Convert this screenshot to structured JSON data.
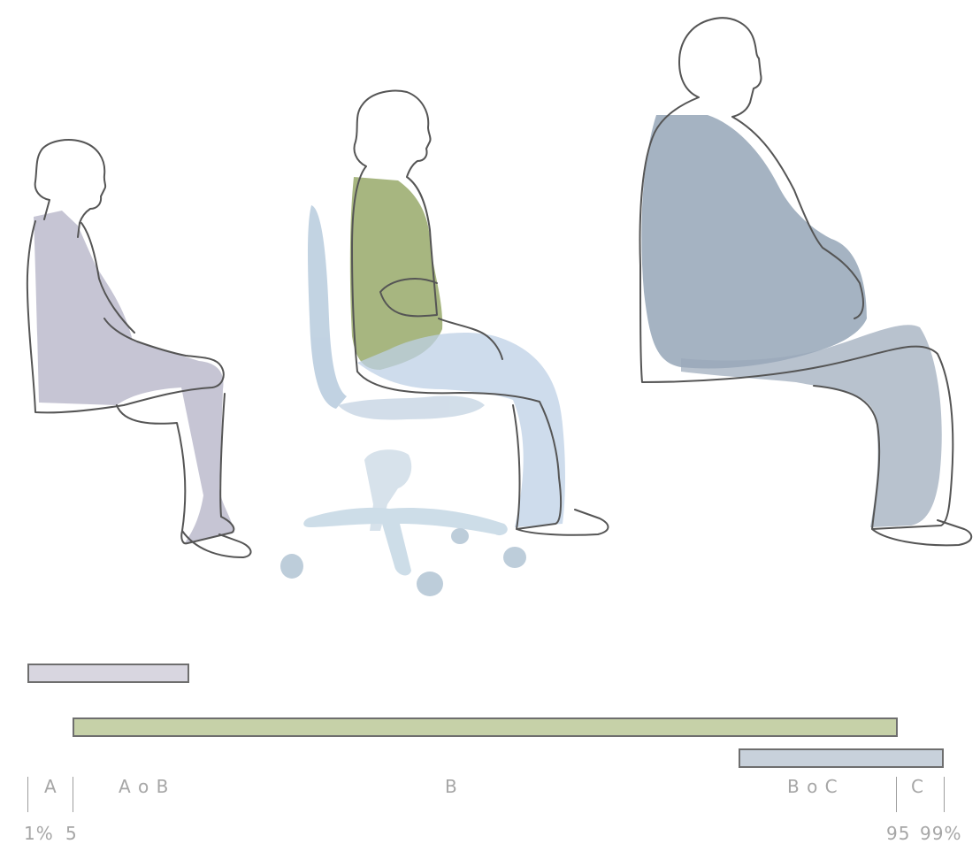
{
  "colors": {
    "bar_a": "#d8d6e0",
    "bar_b": "#c6d1a8",
    "bar_c": "#c8d1db",
    "figure_small": "#a8a6bd",
    "figure_medium_shirt": "#8a9e55",
    "figure_medium_pants": "#bed0e6",
    "figure_large": "#8fa0b3",
    "chair": "#a8c0d6",
    "outline": "#555555",
    "text": "#a6a6a6"
  },
  "bands": {
    "a": "A",
    "aob": "A o B",
    "b": "B",
    "boc": "B o C",
    "c": "C"
  },
  "percentiles": {
    "p1": "1%",
    "p5": "5",
    "p95": "95",
    "p99": "99%"
  }
}
